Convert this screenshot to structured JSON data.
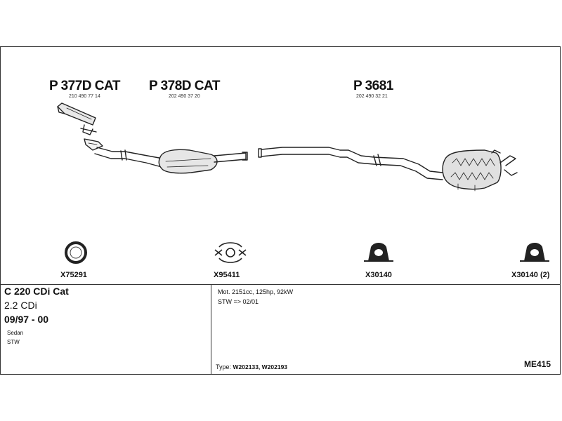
{
  "parts": [
    {
      "title": "P 377D CAT",
      "number": "210 490 77 14"
    },
    {
      "title": "P 378D CAT",
      "number": "202 490 37 20"
    },
    {
      "title": "P 3681",
      "number": "202 490 32 21"
    }
  ],
  "accessories": [
    {
      "label": "X75291",
      "icon": "ring-gasket-icon"
    },
    {
      "label": "X95411",
      "icon": "exhaust-clamp-icon"
    },
    {
      "label": "X30140",
      "icon": "rubber-mount-icon"
    },
    {
      "label": "X30140 (2)",
      "icon": "rubber-mount-icon"
    }
  ],
  "vehicle": {
    "model": "C 220 CDi Cat",
    "engine": "2.2 CDi",
    "years": "09/97 - 00",
    "body_types": [
      "Sedan",
      "STW"
    ]
  },
  "specs": {
    "line1": "Mot. 2151cc, 125hp, 92kW",
    "line2": "STW => 02/01",
    "type_label": "Type:",
    "type_value": "W202133, W202193"
  },
  "diagram_code": "ME415"
}
